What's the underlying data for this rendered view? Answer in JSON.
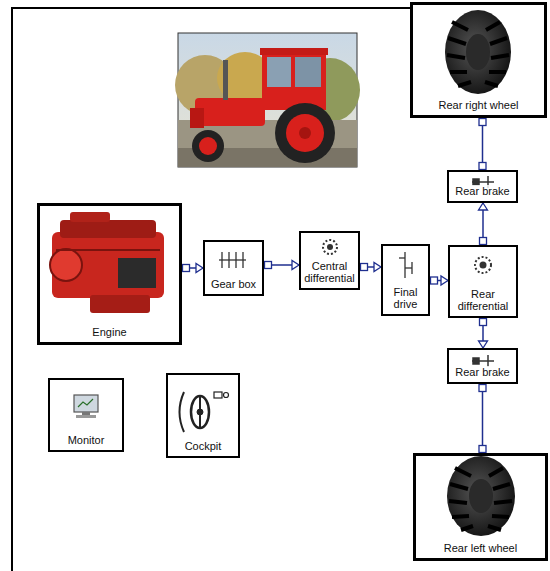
{
  "diagram": {
    "nodes": [
      {
        "text": [
          "Rear right wheel"
        ]
      },
      {
        "text": [
          "Rear brake"
        ]
      },
      {
        "text": [
          "Engine"
        ]
      },
      {
        "text": [
          "Gear box"
        ]
      },
      {
        "text": [
          "Central differential"
        ]
      },
      {
        "text": [
          "Final drive"
        ]
      },
      {
        "text": [
          "Rear differential"
        ]
      },
      {
        "text": [
          "Rear brake"
        ]
      },
      {
        "text": [
          "Monitor"
        ]
      },
      {
        "text": [
          "Cockpit"
        ]
      },
      {
        "text": [
          "Rear left wheel"
        ]
      }
    ],
    "edges": [
      {
        "from": 2,
        "to": 3,
        "arrow": "to"
      },
      {
        "from": 3,
        "to": 4,
        "arrow": "to"
      },
      {
        "from": 4,
        "to": 5,
        "arrow": "to"
      },
      {
        "from": 5,
        "to": 6,
        "arrow": "to"
      },
      {
        "from": 6,
        "to": 1,
        "arrow": "to"
      },
      {
        "from": 1,
        "to": 0,
        "arrow": "none"
      },
      {
        "from": 6,
        "to": 7,
        "arrow": "to"
      },
      {
        "from": 7,
        "to": 10,
        "arrow": "none"
      }
    ]
  }
}
